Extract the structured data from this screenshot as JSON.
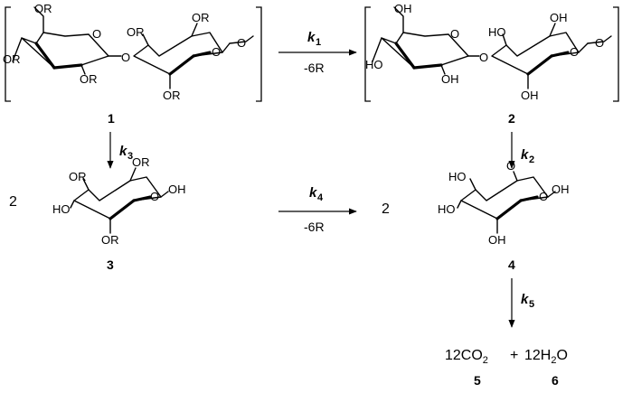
{
  "compounds": {
    "c1": {
      "label": "1",
      "sub": {
        "a": "OR",
        "b": "OR",
        "c": "OR",
        "d": "OR",
        "e": "OR",
        "f": "OR",
        "g": "O",
        "h": "O",
        "i": "O",
        "j": "O"
      }
    },
    "c2": {
      "label": "2",
      "sub": {
        "a": "OH",
        "b": "HO",
        "c": "OH",
        "d": "HO",
        "e": "OH",
        "f": "OH",
        "g": "O",
        "h": "O",
        "i": "O",
        "j": "O"
      }
    },
    "c3": {
      "label": "3",
      "coef": "2",
      "sub": {
        "a": "OR",
        "b": "OR",
        "c": "HO",
        "d": "OH",
        "e": "OR",
        "f": "O"
      }
    },
    "c4": {
      "label": "4",
      "coef": "2",
      "sub": {
        "a": "HO",
        "b": "O",
        "c": "HO",
        "d": "OH",
        "e": "OH",
        "f": "O"
      }
    },
    "c5": {
      "label": "5"
    },
    "c6": {
      "label": "6"
    }
  },
  "products": {
    "co2": "12CO",
    "co2_sub": "2",
    "plus": "+",
    "h2o": "12H",
    "h2o_sub": "2",
    "h2o_end": "O"
  },
  "rates": {
    "k1": {
      "k": "k",
      "sub": "1",
      "cond": "-6R"
    },
    "k2": {
      "k": "k",
      "sub": "2"
    },
    "k3": {
      "k": "k",
      "sub": "3"
    },
    "k4": {
      "k": "k",
      "sub": "4",
      "cond": "-6R"
    },
    "k5": {
      "k": "k",
      "sub": "5"
    }
  }
}
